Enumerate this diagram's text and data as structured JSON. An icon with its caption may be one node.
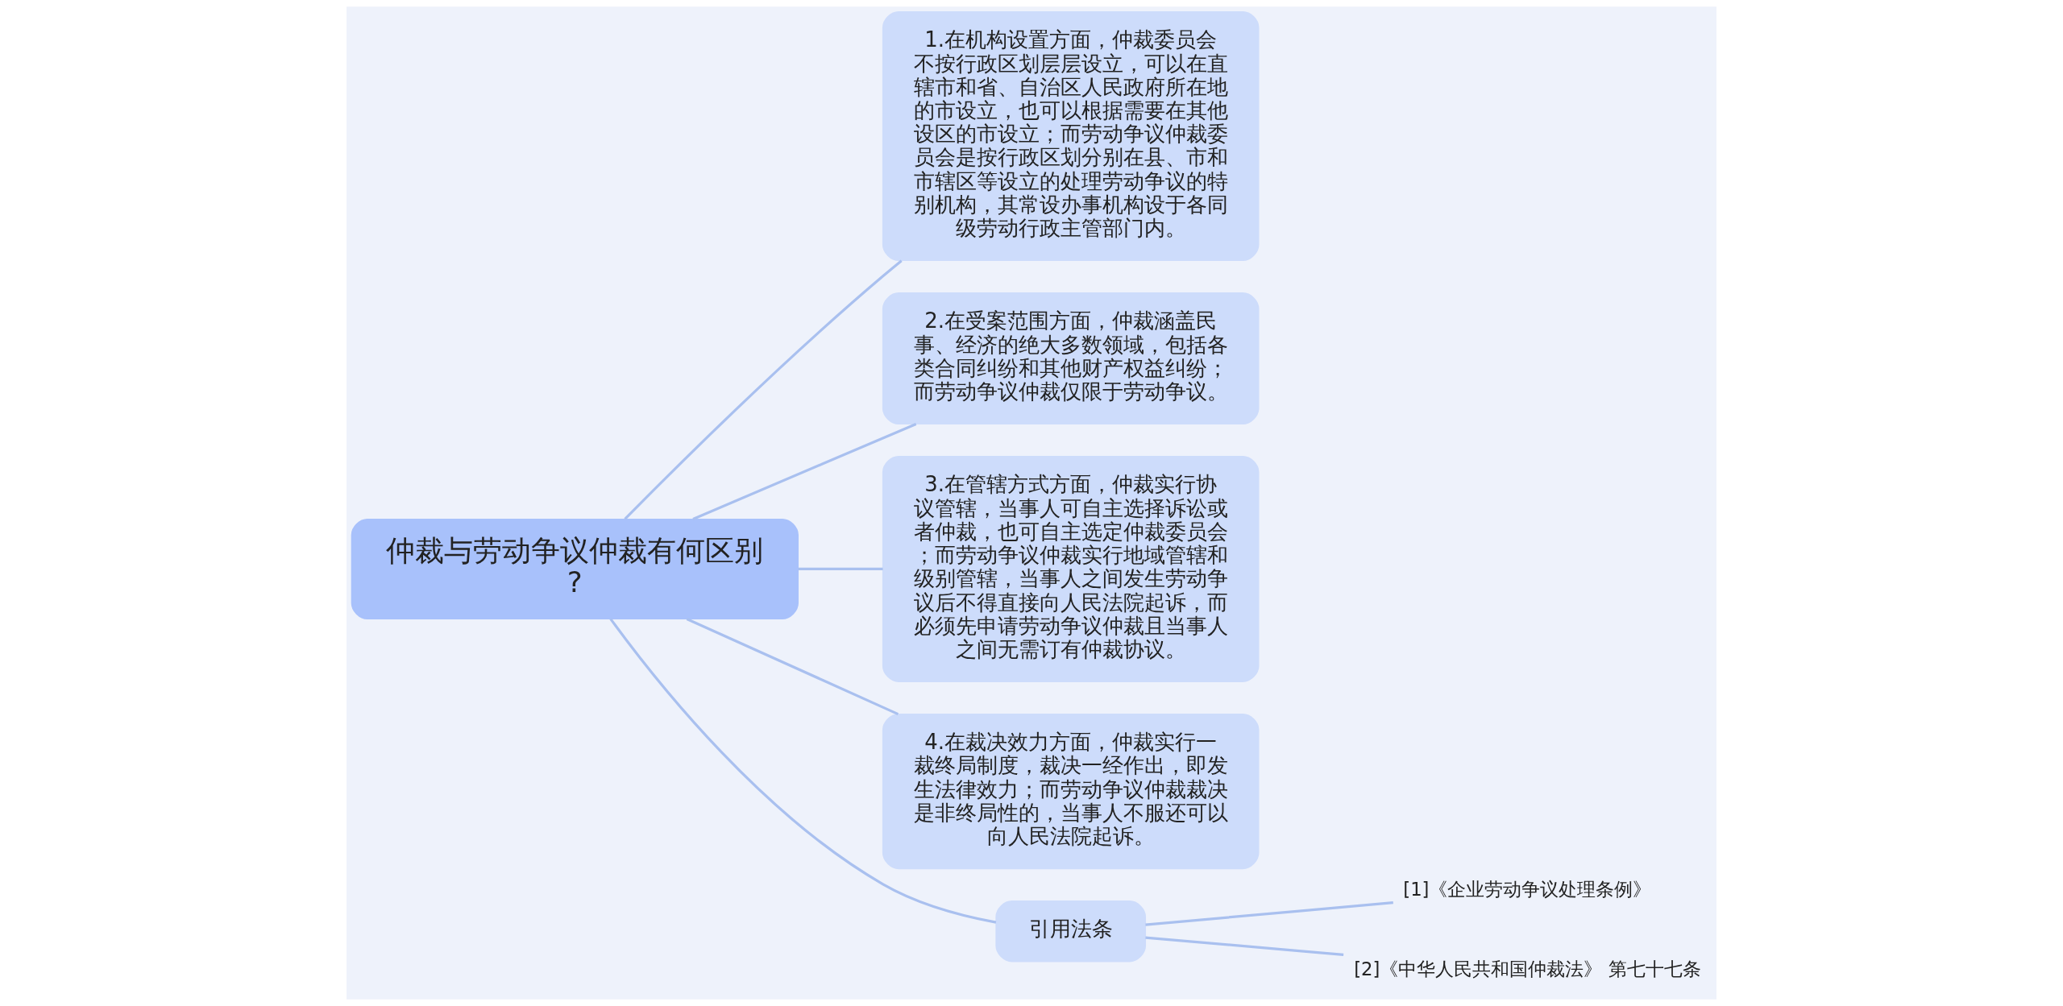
{
  "diagram": {
    "nodes": [
      {
        "text": [
          "仲裁与劳动争议仲裁有何区别?"
        ]
      },
      {
        "text": [
          "1.在机构设置方面，仲裁委员会不按行政区划层层设立，可以在直辖市和省、自治区人民政府所在地的市设立，也可以根据需要在其他设区的市设立；而劳动争议仲裁委员会是按行政区划分别在县、市和市辖区等设立的处理劳动争议的特别机构，其常设办事机构设于各同级劳动行政主管部门内。"
        ]
      },
      {
        "text": [
          "2.在受案范围方面，仲裁涵盖民事、经济的绝大多数领域，包括各类合同纠纷和其他财产权益纠纷；而劳动争议仲裁仅限于劳动争议。"
        ]
      },
      {
        "text": [
          "3.在管辖方式方面，仲裁实行协议管辖，当事人可自主选择诉讼或者仲裁，也可自主选定仲裁委员会；而劳动争议仲裁实行地域管辖和级别管辖，当事人之间发生劳动争议后不得直接向人民法院起诉，而必须先申请劳动争议仲裁且当事人之间无需订有仲裁协议。"
        ]
      },
      {
        "text": [
          "4.在裁决效力方面，仲裁实行一裁终局制度，裁决一经作出，即发生法律效力；而劳动争议仲裁裁决是非终局性的，当事人不服还可以向人民法院起诉。"
        ]
      },
      {
        "text": [
          "引用法条"
        ]
      },
      {
        "text": [
          "[1]《企业劳动争议处理条例》"
        ]
      },
      {
        "text": [
          "[2]《中华人民共和国仲裁法》 第七十七条"
        ]
      }
    ],
    "edges": [
      {
        "from": 0,
        "to": 1,
        "arrow": "none"
      },
      {
        "from": 0,
        "to": 2,
        "arrow": "none"
      },
      {
        "from": 0,
        "to": 3,
        "arrow": "none"
      },
      {
        "from": 0,
        "to": 4,
        "arrow": "none"
      },
      {
        "from": 0,
        "to": 5,
        "arrow": "none"
      },
      {
        "from": 5,
        "to": 6,
        "arrow": "none"
      },
      {
        "from": 5,
        "to": 7,
        "arrow": "none"
      }
    ]
  }
}
